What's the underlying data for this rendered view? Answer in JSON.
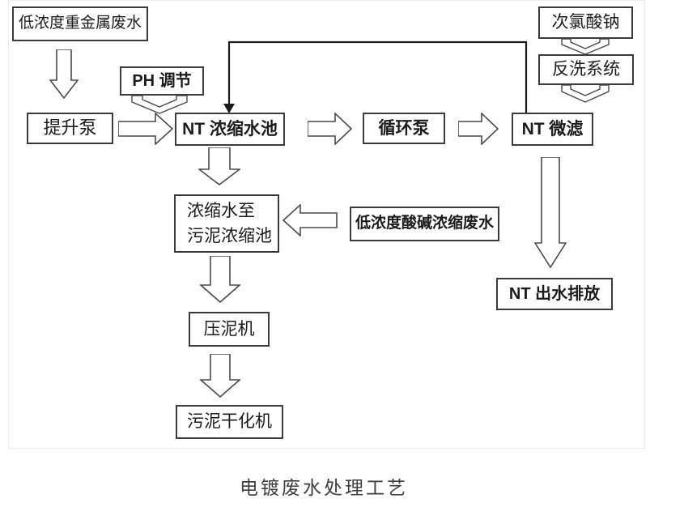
{
  "title_caption": "电镀废水处理工艺",
  "nodes": {
    "low_metal": "低浓度重金属废水",
    "ph_adjust": "PH 调节",
    "lift_pump": "提升泵",
    "nt_pool": "NT 浓缩水池",
    "circ_pump": "循环泵",
    "nt_microfilter": "NT 微滤",
    "naclo": "次氯酸钠",
    "backwash": "反洗系统",
    "conc_water_line1": "浓缩水至",
    "conc_water_line2": "污泥浓缩池",
    "acid_waste": "低浓度酸碱浓缩废水",
    "mud_press": "压泥机",
    "sludge_dryer": "污泥干化机",
    "nt_outflow": "NT 出水排放"
  },
  "edges": [
    {
      "from": "低浓度重金属废水",
      "to": "提升泵"
    },
    {
      "from": "提升泵",
      "to": "NT 浓缩水池"
    },
    {
      "from": "PH 调节",
      "to": "NT 浓缩水池"
    },
    {
      "from": "NT 浓缩水池",
      "to": "循环泵"
    },
    {
      "from": "循环泵",
      "to": "NT 微滤"
    },
    {
      "from": "次氯酸钠",
      "to": "反洗系统"
    },
    {
      "from": "反洗系统",
      "to": "NT 微滤"
    },
    {
      "from": "NT 微滤",
      "to": "NT 浓缩水池"
    },
    {
      "from": "NT 微滤",
      "to": "NT 出水排放"
    },
    {
      "from": "NT 浓缩水池",
      "to": "浓缩水至污泥浓缩池"
    },
    {
      "from": "低浓度酸碱浓缩废水",
      "to": "浓缩水至污泥浓缩池"
    },
    {
      "from": "浓缩水至污泥浓缩池",
      "to": "压泥机"
    },
    {
      "from": "压泥机",
      "to": "污泥干化机"
    }
  ],
  "colors": {
    "box_border": "#3c3c3c",
    "text": "#1b1b1b",
    "arrow_outline": "#4a4a4a",
    "feedback_line": "#1a1a1a",
    "frame_border": "#ececec"
  }
}
